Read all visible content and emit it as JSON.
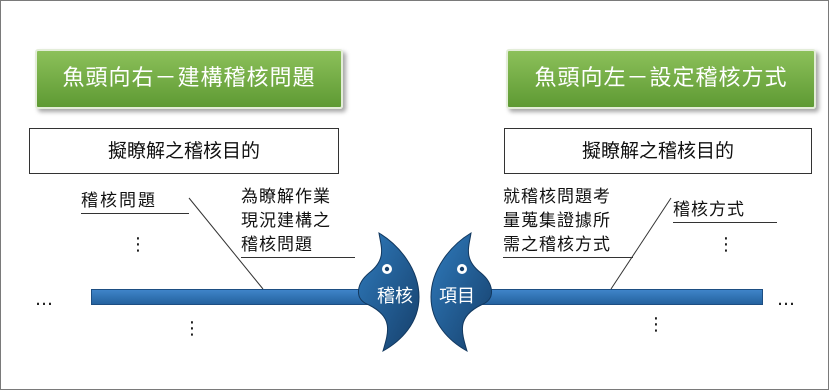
{
  "left": {
    "title": "魚頭向右－建構稽核問題",
    "purpose": "擬瞭解之稽核目的",
    "bone_label": "稽核問題",
    "branch_lines": [
      "為瞭解作業",
      "現況建構之",
      "稽核問題"
    ],
    "fish_label": "稽核"
  },
  "right": {
    "title": "魚頭向左－設定稽核方式",
    "purpose": "擬瞭解之稽核目的",
    "bone_label": "稽核方式",
    "branch_lines": [
      "就稽核問題考",
      "量蒐集證據所",
      "需之稽核方式"
    ],
    "fish_label": "項目"
  },
  "ellipsis": "…",
  "vertical_ellipsis": "⋮",
  "colors": {
    "green": "#6aa640",
    "spine_blue": "#2e73b8",
    "fish_blue": "#1f5e93"
  },
  "icons": {
    "fish_left": "fish-head-icon",
    "fish_right": "fish-head-icon"
  }
}
